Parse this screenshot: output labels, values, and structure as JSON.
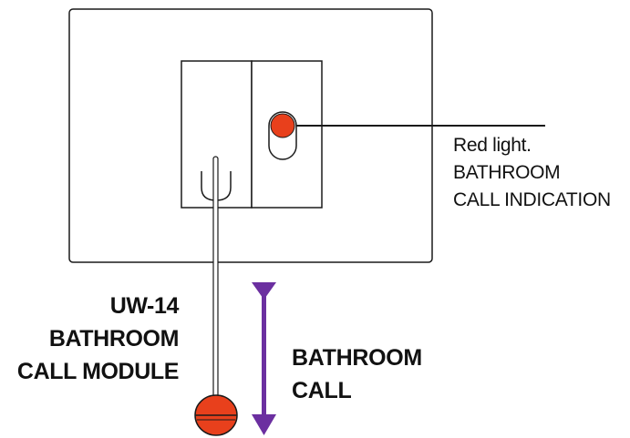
{
  "light_label": {
    "line1": "Red light.",
    "line2": "BATHROOM",
    "line3": "CALL INDICATION"
  },
  "module_label": {
    "line1": "UW-14",
    "line2": "BATHROOM",
    "line3": "CALL MODULE"
  },
  "call_label": {
    "line1": "BATHROOM",
    "line2": "CALL"
  },
  "colors": {
    "indicator_red": "#e8401c",
    "arrow_purple": "#6b2fa0",
    "outline": "#1a1a1a"
  }
}
